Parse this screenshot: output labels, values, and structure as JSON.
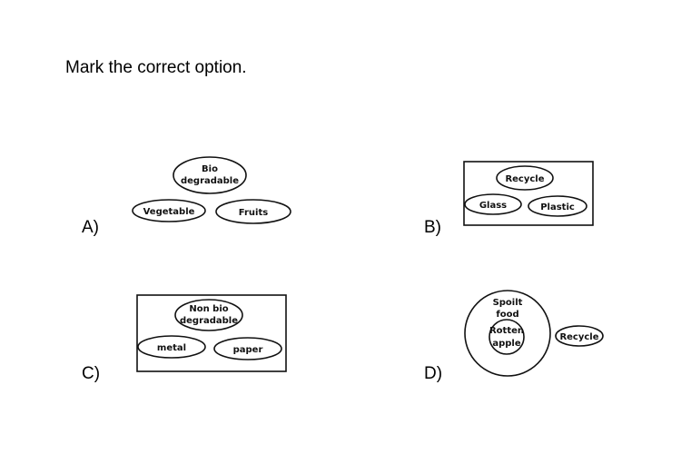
{
  "question": "Mark the correct option.",
  "options": [
    {
      "label": "A)",
      "nodes": [
        "Bio",
        "degradable",
        "Vegetable",
        "Fruits"
      ]
    },
    {
      "label": "B)",
      "nodes": [
        "Recycle",
        "Glass",
        "Plastic"
      ]
    },
    {
      "label": "C)",
      "nodes": [
        "Non bio",
        "degradable",
        "metal",
        "paper"
      ]
    },
    {
      "label": "D)",
      "nodes": [
        "Spoilt",
        "food",
        "Rotten",
        "apple",
        "Recycle"
      ]
    }
  ]
}
